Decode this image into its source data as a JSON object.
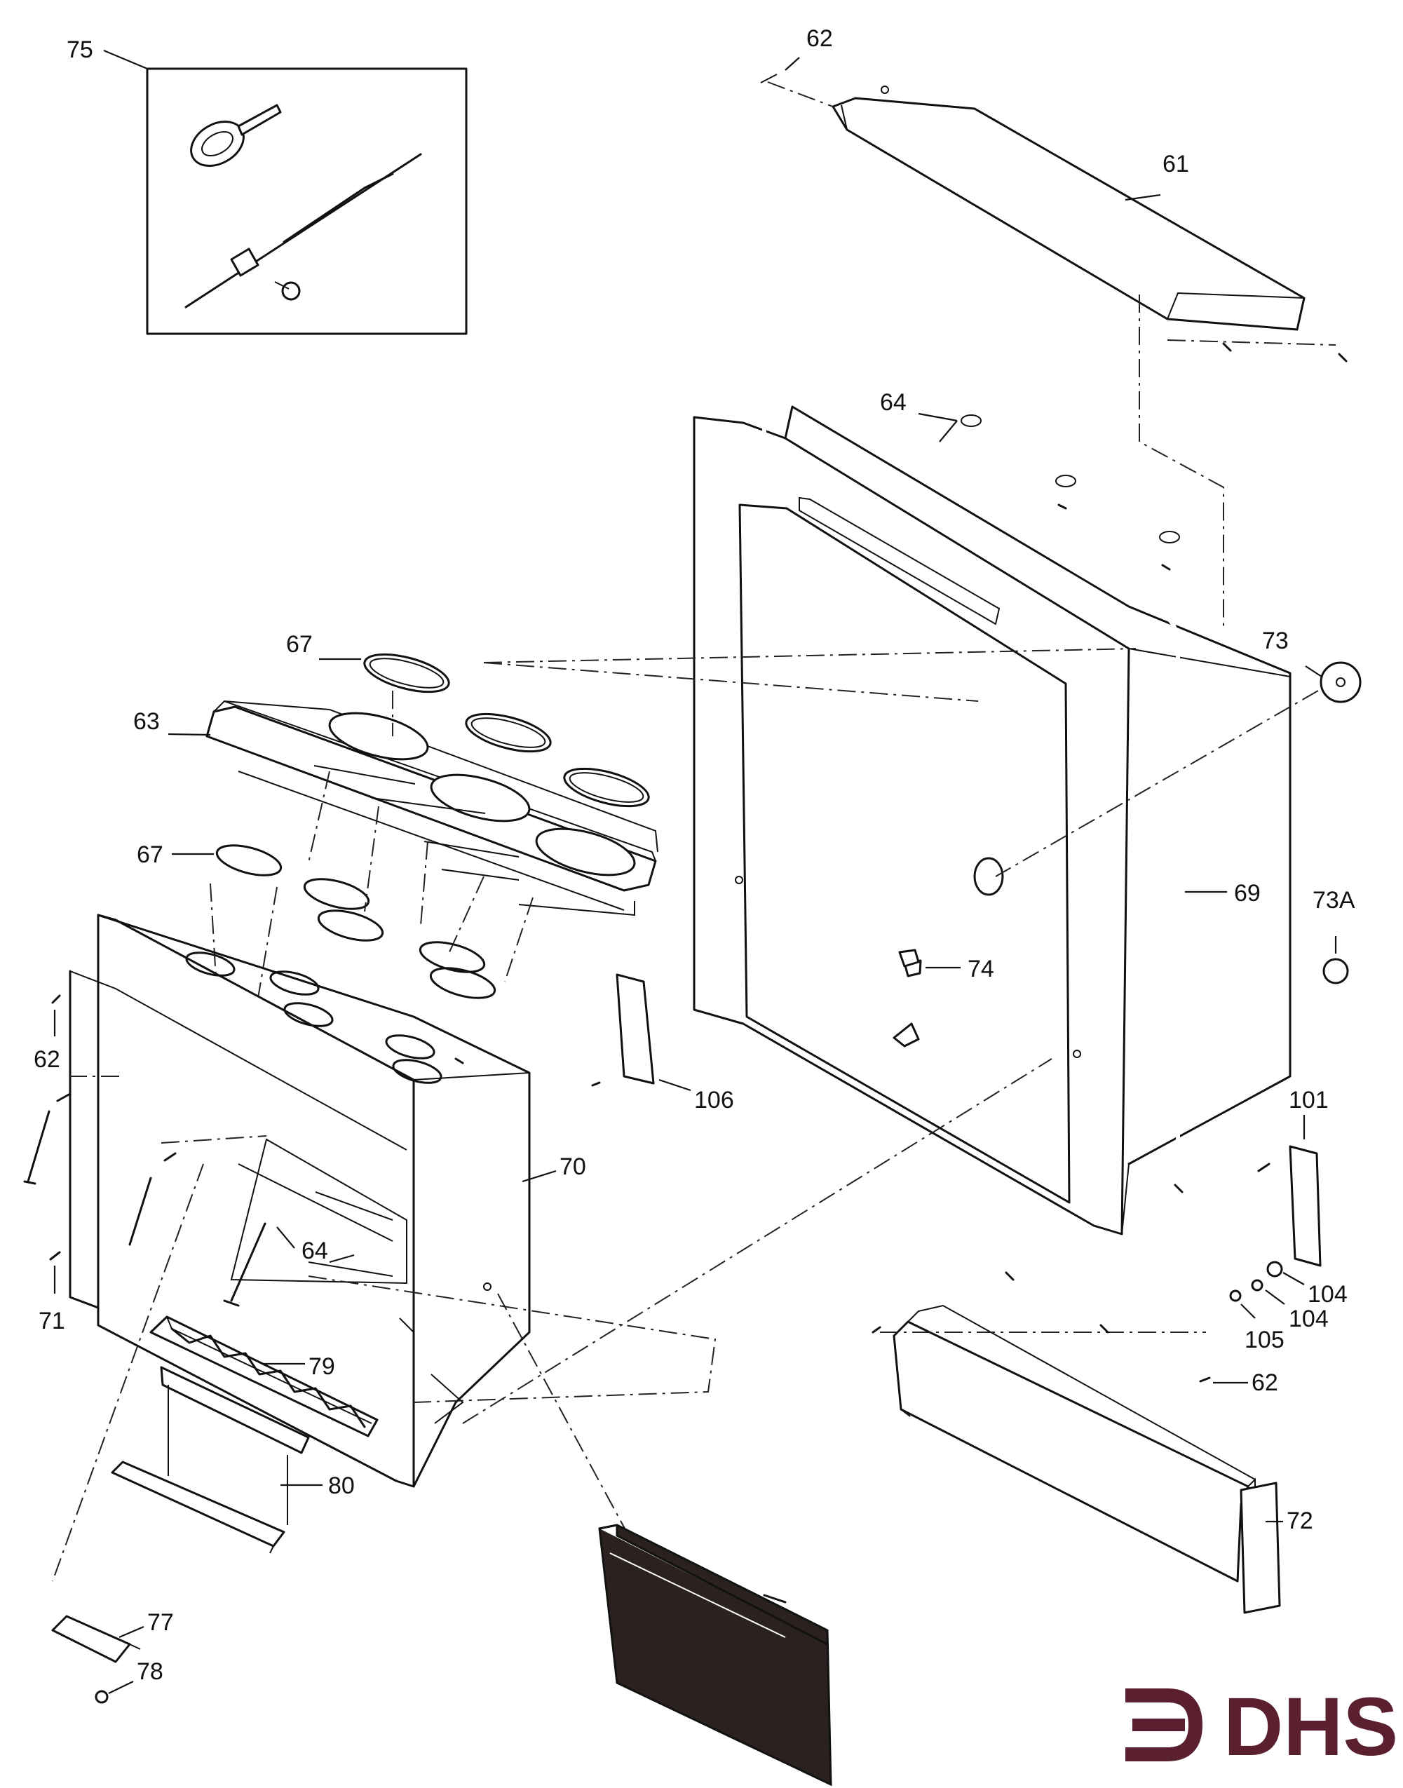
{
  "labels": {
    "p75": "75",
    "p62_top": "62",
    "p61": "61",
    "p64_top": "64",
    "p73": "73",
    "p67_top": "67",
    "p63": "63",
    "p67_mid": "67",
    "p69": "69",
    "p73a": "73A",
    "p74": "74",
    "p62_left": "62",
    "p106": "106",
    "p101": "101",
    "p70": "70",
    "p64_mid": "64",
    "p71": "71",
    "p104_a": "104",
    "p104_b": "104",
    "p105": "105",
    "p79": "79",
    "p62_right": "62",
    "p80": "80",
    "p72": "72",
    "p77": "77",
    "p78": "78"
  },
  "logo": {
    "text": "DHS",
    "color": "#5b2030"
  }
}
